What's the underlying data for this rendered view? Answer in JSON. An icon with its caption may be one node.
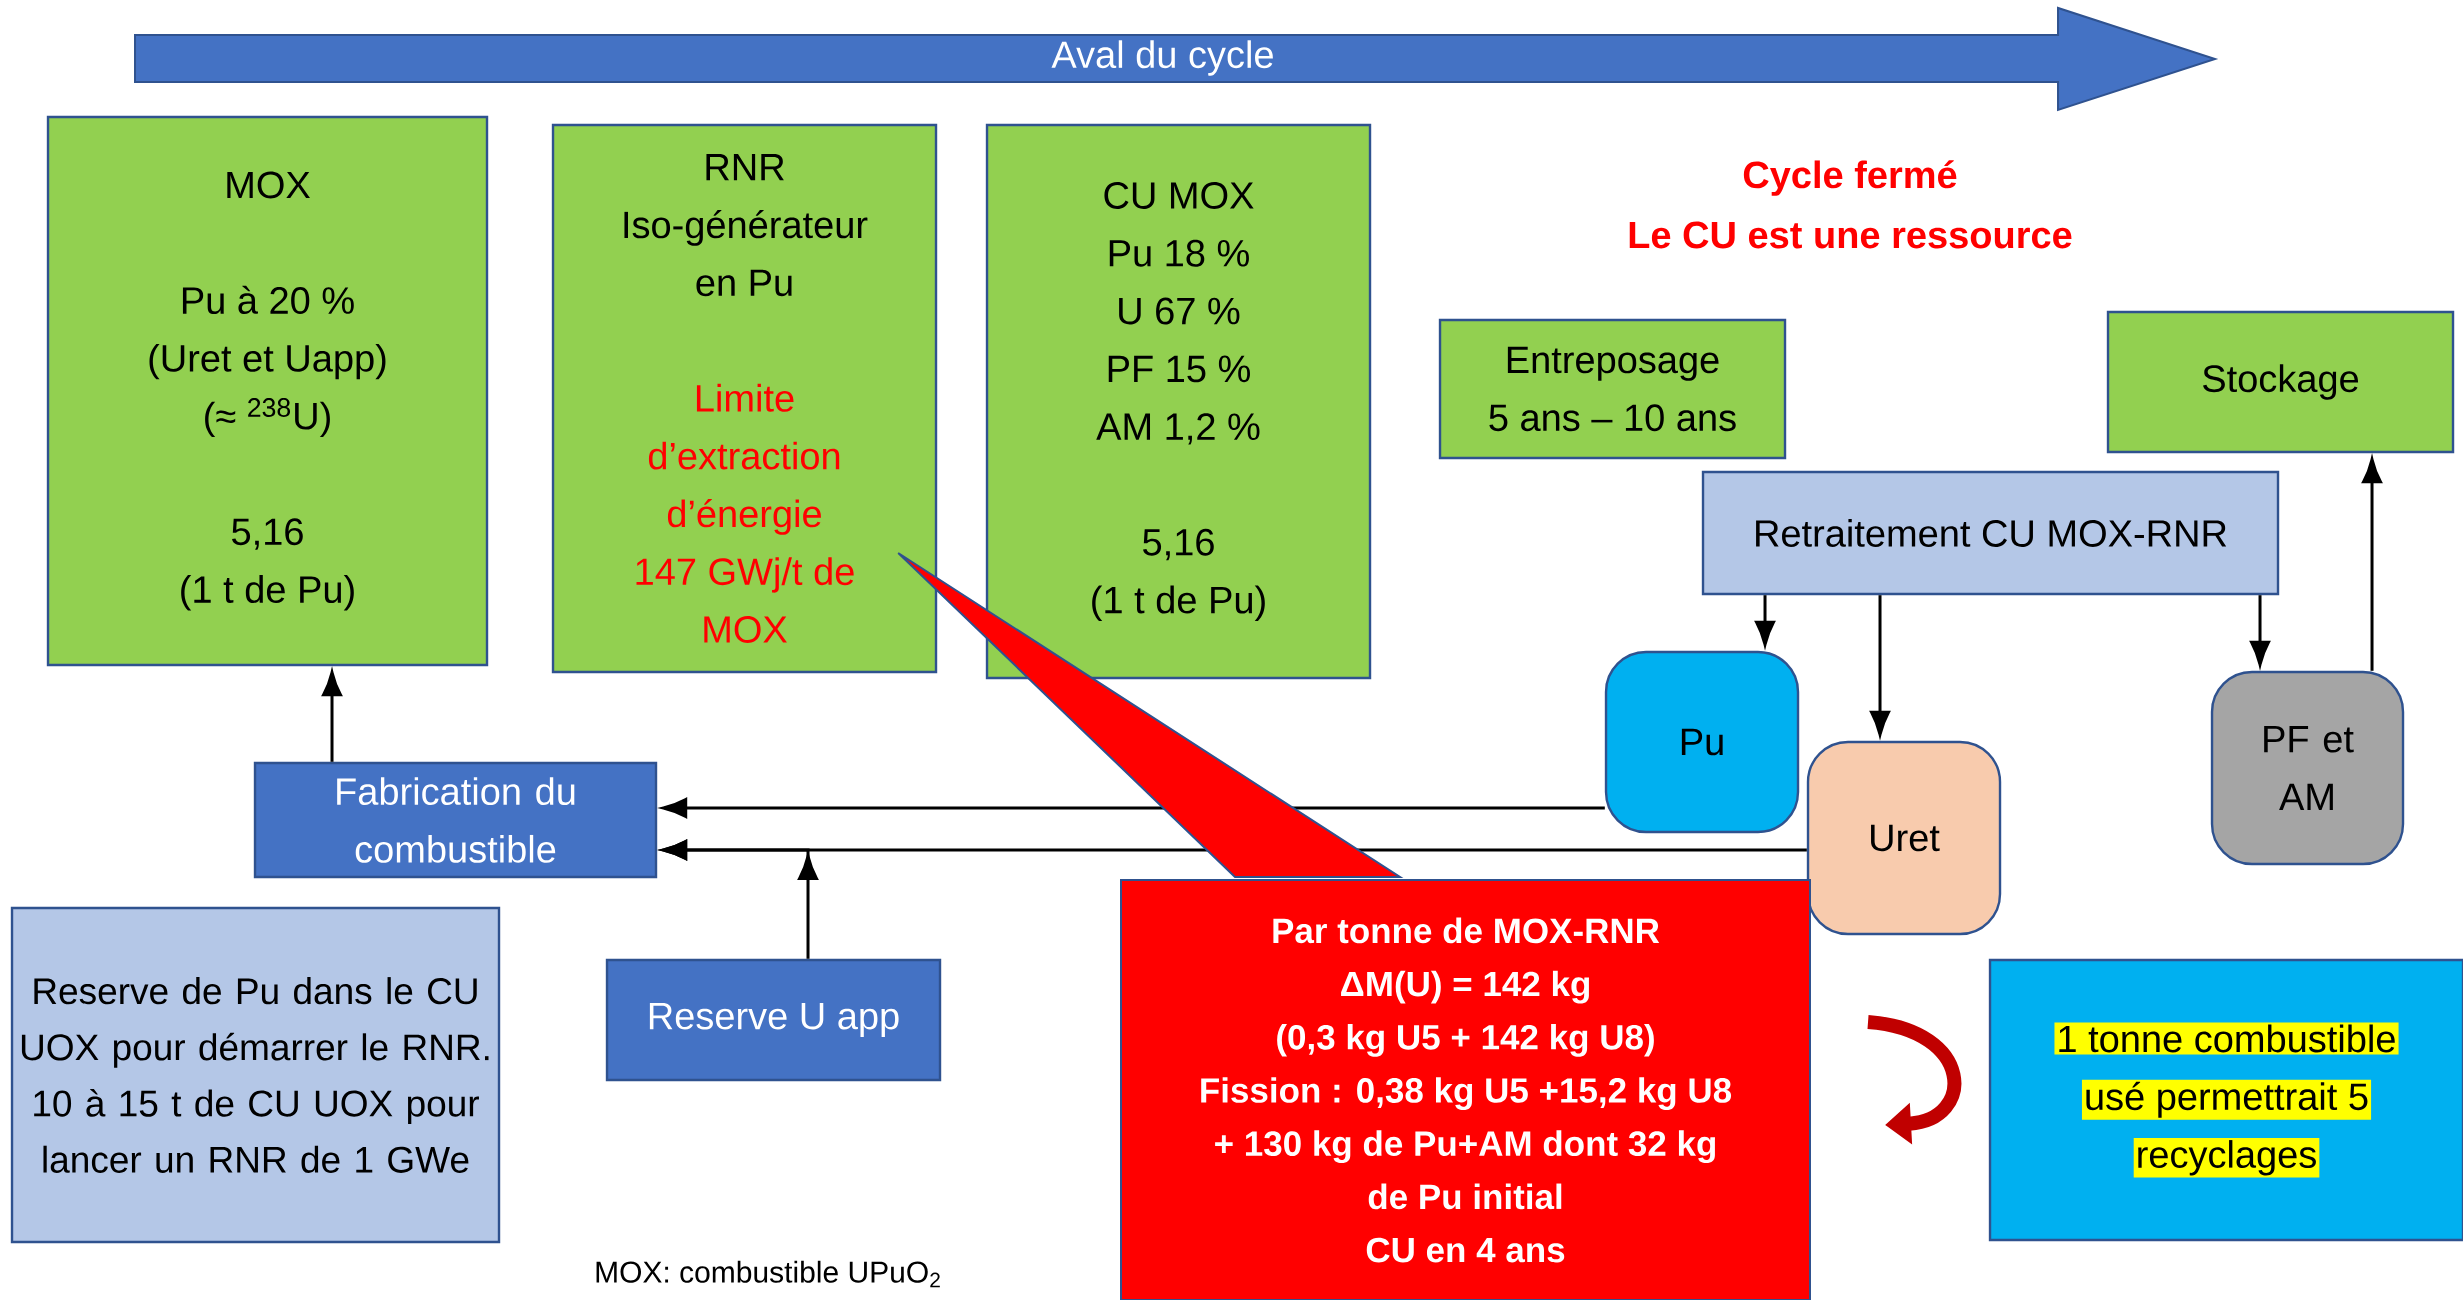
{
  "diagram": {
    "nodes": [
      {
        "text": [
          "Aval du cycle"
        ]
      },
      {
        "text": [
          "MOX",
          "Pu à 20 %",
          "(Uret et Uapp)",
          "(≈ $^{238}$U)",
          "5,16",
          "(1 t de Pu)"
        ]
      },
      {
        "text": [
          "RNR",
          "Iso-générateur",
          "en Pu",
          "Limite",
          "d’extraction",
          "d’énergie",
          "147 GWj/t de",
          "MOX"
        ]
      },
      {
        "text": [
          "CU MOX",
          "Pu 18 %",
          "U 67 %",
          "PF 15 %",
          "AM 1,2 %",
          "5,16",
          "(1 t de Pu)"
        ]
      },
      {
        "text": [
          "Entreposage",
          "5 ans – 10 ans"
        ]
      },
      {
        "text": [
          "Stockage"
        ]
      },
      {
        "text": [
          "Retraitement CU MOX-RNR"
        ]
      },
      {
        "text": [
          "Pu"
        ]
      },
      {
        "text": [
          "Uret"
        ]
      },
      {
        "text": [
          "PF et AM"
        ]
      },
      {
        "text": [
          "Fabrication du combustible"
        ]
      },
      {
        "text": [
          "Reserve de Pu dans le CU UOX pour démarrer le RNR.",
          "10 à 15 t de CU UOX pour lancer un RNR de 1 GWe"
        ]
      },
      {
        "text": [
          "Reserve U app"
        ]
      },
      {
        "text": [
          "Par tonne de MOX-RNR",
          "ΔM(U) =  142  kg",
          "(0,3 kg U5 + 142 kg U8)",
          "Fission : 0,38 kg U5 +15,2 kg U8",
          "+ 130 kg de Pu+AM dont 32 kg",
          "de Pu initial",
          "CU en 4 ans"
        ]
      },
      {
        "text": [
          "1 tonne combustible",
          "usé permettrait 5",
          "recyclages"
        ]
      }
    ],
    "edges": [
      {
        "from": 10,
        "to": 1,
        "arrow": "to"
      },
      {
        "from": 7,
        "to": 10,
        "arrow": "to"
      },
      {
        "from": 8,
        "to": 10,
        "arrow": "to"
      },
      {
        "from": 12,
        "to": 10,
        "arrow": "to"
      },
      {
        "from": 6,
        "to": 7,
        "arrow": "to"
      },
      {
        "from": 6,
        "to": 8,
        "arrow": "to"
      },
      {
        "from": 6,
        "to": 9,
        "arrow": "to"
      },
      {
        "from": 9,
        "to": 5,
        "arrow": "to"
      },
      {
        "from": 13,
        "to": 2,
        "arrow": "none"
      }
    ],
    "labels": [
      "Cycle fermé",
      "Le CU est une ressource",
      "MOX: combustible UPuO$_{2}$"
    ]
  }
}
